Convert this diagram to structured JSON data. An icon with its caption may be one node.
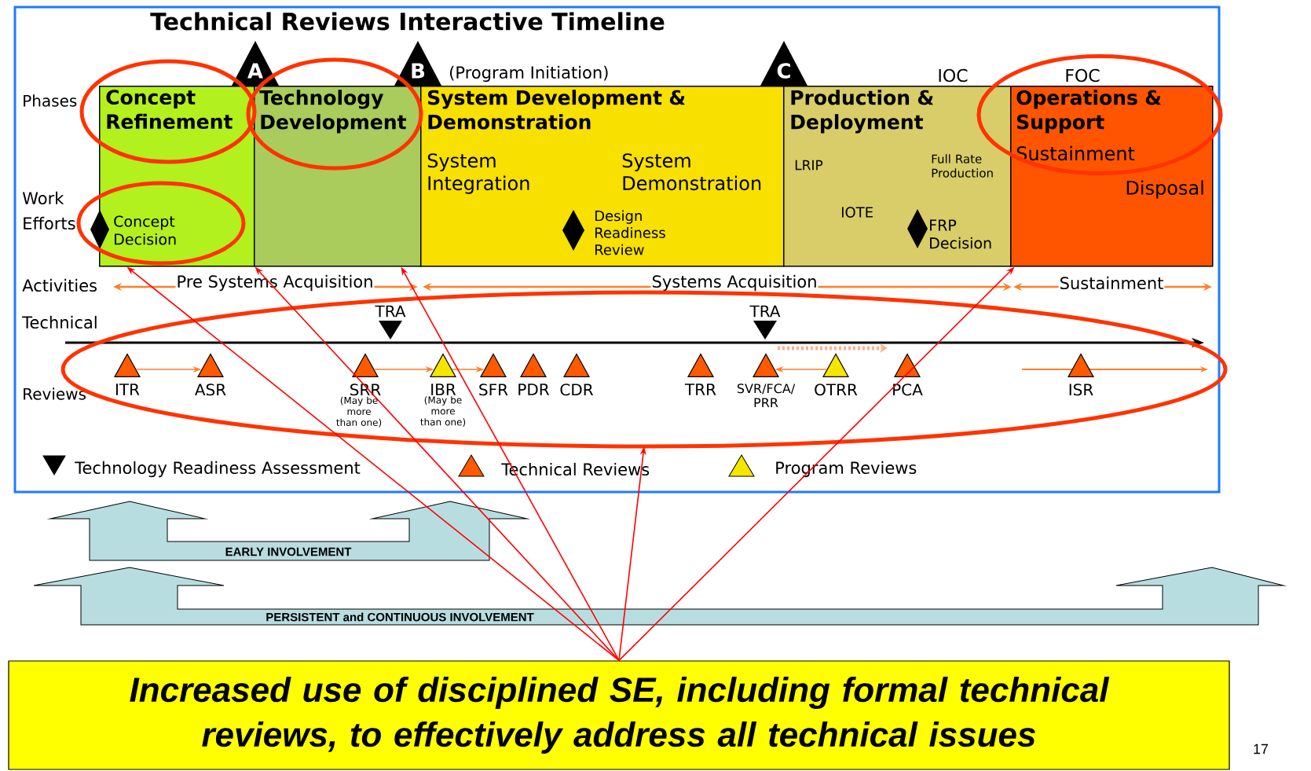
{
  "diagram": {
    "title": "Technical Reviews Interactive Timeline",
    "nodes": [
      {
        "text": [
          "A"
        ]
      },
      {
        "text": [
          "B"
        ],
        "beside": [
          "(Program Initiation)"
        ]
      },
      {
        "text": [
          "C"
        ]
      },
      {
        "text": [
          "Concept Refinement",
          "Concept Decision"
        ]
      },
      {
        "text": [
          "Technology Development"
        ]
      },
      {
        "text": [
          "System Development & Demonstration",
          "System Integration",
          "System Demonstration",
          "Design Readiness Review"
        ]
      },
      {
        "text": [
          "Production & Deployment",
          "LRIP",
          "Full Rate Production",
          "IOTE",
          "FRP Decision"
        ]
      },
      {
        "text": [
          "Operations & Support",
          "Sustainment",
          "Disposal"
        ]
      },
      {
        "text": [
          "ITR"
        ]
      },
      {
        "text": [
          "ASR"
        ]
      },
      {
        "text": [
          "SRR"
        ],
        "beside": [
          "(May be more than one)"
        ]
      },
      {
        "text": [
          "IBR"
        ],
        "beside": [
          "(May be more than one)"
        ]
      },
      {
        "text": [
          "SFR"
        ]
      },
      {
        "text": [
          "PDR"
        ]
      },
      {
        "text": [
          "CDR"
        ]
      },
      {
        "text": [
          "TRR"
        ]
      },
      {
        "text": [
          "SVR/FCA/ PRR"
        ]
      },
      {
        "text": [
          "OTRR"
        ]
      },
      {
        "text": [
          "PCA"
        ]
      },
      {
        "text": [
          "ISR"
        ]
      },
      {
        "text": [
          "EARLY INVOLVEMENT"
        ]
      },
      {
        "text": [
          "PERSISTENT and CONTINUOUS INVOLVEMENT"
        ]
      },
      {
        "text": [
          "Increased use of disciplined SE, including formal technical reviews, to effectively address all technical issues"
        ]
      }
    ],
    "edges": [
      {
        "from": 8,
        "to": 9,
        "arrow": "to",
        "color": "#ff7f2a"
      },
      {
        "from": 10,
        "to": 11,
        "arrow": "to",
        "color": "#ff7f2a"
      },
      {
        "from": 11,
        "to": 12,
        "arrow": "to",
        "color": "#ff7f2a"
      },
      {
        "from": 17,
        "to": 16,
        "arrow": "to",
        "color": "#ff7f2a"
      },
      {
        "from": 22,
        "to": 3,
        "arrow": "to"
      },
      {
        "from": 22,
        "to": 3,
        "arrow": "to"
      },
      {
        "from": 22,
        "to": 4,
        "arrow": "to"
      },
      {
        "from": 22,
        "to": null,
        "arrow": "to"
      },
      {
        "from": 22,
        "to": 7,
        "arrow": "to"
      }
    ],
    "labels": [
      "Phases",
      "IOC",
      "FOC",
      "Work Efforts",
      "Activities",
      "Pre Systems Acquisition",
      "Systems Acquisition",
      "Sustainment",
      "Technical",
      "TRA",
      "TRA",
      "Reviews",
      "17"
    ],
    "legend": [
      {
        "text": "Technology Readiness Assessment",
        "color": "#000000"
      },
      {
        "text": "Technical Reviews",
        "color": "#ff5a00"
      },
      {
        "text": "Program Reviews",
        "color": "#f5e600"
      }
    ]
  }
}
